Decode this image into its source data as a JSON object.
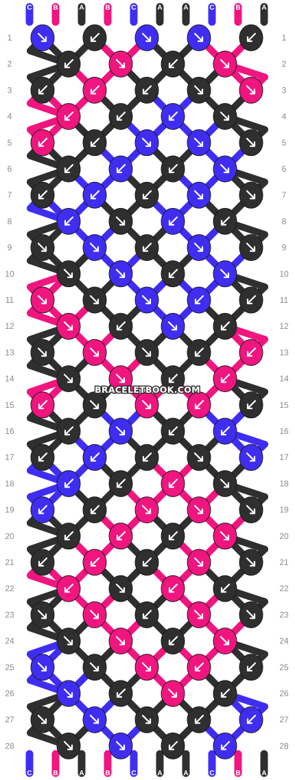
{
  "watermark": "BRACELETBOOK.COM",
  "colors": {
    "A": "#2f2f2f",
    "B": "#f0157f",
    "C": "#3f2ef2"
  },
  "top_strands": [
    "C",
    "B",
    "A",
    "B",
    "C",
    "A",
    "A",
    "C",
    "B",
    "A"
  ],
  "bottom_strands": [
    "C",
    "B",
    "A",
    "B",
    "C",
    "A",
    "A",
    "C",
    "B",
    "A"
  ],
  "row_numbers": [
    "1",
    "2",
    "3",
    "4",
    "5",
    "6",
    "7",
    "8",
    "9",
    "10",
    "11",
    "12",
    "13",
    "14",
    "15",
    "16",
    "17",
    "18",
    "19",
    "20",
    "21",
    "22",
    "23",
    "24",
    "25",
    "26",
    "27",
    "28"
  ],
  "knot_rows": [
    [
      [
        "C",
        "r"
      ],
      [
        "A",
        "l"
      ],
      [
        "C",
        "r"
      ],
      [
        "C",
        "r"
      ],
      [
        "A",
        "l"
      ]
    ],
    [
      [
        "A",
        "l"
      ],
      [
        "B",
        "r"
      ],
      [
        "A",
        "l"
      ],
      [
        "B",
        "r"
      ]
    ],
    [
      [
        "A",
        "l"
      ],
      [
        "B",
        "l"
      ],
      [
        "A",
        "l"
      ],
      [
        "A",
        "r"
      ],
      [
        "B",
        "r"
      ]
    ],
    [
      [
        "B",
        "l"
      ],
      [
        "A",
        "l"
      ],
      [
        "C",
        "l"
      ],
      [
        "A",
        "r"
      ]
    ],
    [
      [
        "B",
        "l"
      ],
      [
        "A",
        "l"
      ],
      [
        "C",
        "r"
      ],
      [
        "C",
        "r"
      ],
      [
        "A",
        "r"
      ]
    ],
    [
      [
        "A",
        "l"
      ],
      [
        "C",
        "l"
      ],
      [
        "A",
        "l"
      ],
      [
        "C",
        "r"
      ]
    ],
    [
      [
        "A",
        "l"
      ],
      [
        "C",
        "l"
      ],
      [
        "A",
        "l"
      ],
      [
        "C",
        "r"
      ],
      [
        "A",
        "r"
      ]
    ],
    [
      [
        "C",
        "l"
      ],
      [
        "A",
        "r"
      ],
      [
        "C",
        "l"
      ],
      [
        "A",
        "l"
      ]
    ],
    [
      [
        "A",
        "r"
      ],
      [
        "C",
        "r"
      ],
      [
        "A",
        "l"
      ],
      [
        "C",
        "r"
      ],
      [
        "A",
        "r"
      ]
    ],
    [
      [
        "A",
        "r"
      ],
      [
        "C",
        "r"
      ],
      [
        "A",
        "l"
      ],
      [
        "C",
        "r"
      ]
    ],
    [
      [
        "B",
        "r"
      ],
      [
        "A",
        "r"
      ],
      [
        "C",
        "r"
      ],
      [
        "C",
        "l"
      ],
      [
        "A",
        "l"
      ]
    ],
    [
      [
        "B",
        "r"
      ],
      [
        "A",
        "l"
      ],
      [
        "C",
        "r"
      ],
      [
        "A",
        "l"
      ]
    ],
    [
      [
        "A",
        "r"
      ],
      [
        "B",
        "r"
      ],
      [
        "A",
        "r"
      ],
      [
        "A",
        "l"
      ],
      [
        "B",
        "l"
      ]
    ],
    [
      [
        "A",
        "r"
      ],
      [
        "B",
        "r"
      ],
      [
        "A",
        "l"
      ],
      [
        "B",
        "l"
      ]
    ],
    [
      [
        "B",
        "l"
      ],
      [
        "A",
        "r"
      ],
      [
        "B",
        "r"
      ],
      [
        "B",
        "l"
      ],
      [
        "A",
        "l"
      ]
    ],
    [
      [
        "A",
        "l"
      ],
      [
        "C",
        "r"
      ],
      [
        "A",
        "l"
      ],
      [
        "C",
        "l"
      ]
    ],
    [
      [
        "A",
        "l"
      ],
      [
        "C",
        "l"
      ],
      [
        "A",
        "l"
      ],
      [
        "A",
        "r"
      ],
      [
        "C",
        "r"
      ]
    ],
    [
      [
        "C",
        "l"
      ],
      [
        "A",
        "l"
      ],
      [
        "B",
        "l"
      ],
      [
        "A",
        "r"
      ]
    ],
    [
      [
        "C",
        "l"
      ],
      [
        "A",
        "l"
      ],
      [
        "B",
        "r"
      ],
      [
        "B",
        "r"
      ],
      [
        "A",
        "r"
      ]
    ],
    [
      [
        "A",
        "l"
      ],
      [
        "B",
        "l"
      ],
      [
        "A",
        "l"
      ],
      [
        "B",
        "r"
      ]
    ],
    [
      [
        "A",
        "l"
      ],
      [
        "B",
        "l"
      ],
      [
        "A",
        "l"
      ],
      [
        "B",
        "r"
      ],
      [
        "A",
        "r"
      ]
    ],
    [
      [
        "B",
        "l"
      ],
      [
        "A",
        "r"
      ],
      [
        "B",
        "l"
      ],
      [
        "A",
        "l"
      ]
    ],
    [
      [
        "A",
        "r"
      ],
      [
        "B",
        "r"
      ],
      [
        "A",
        "l"
      ],
      [
        "B",
        "r"
      ],
      [
        "A",
        "r"
      ]
    ],
    [
      [
        "A",
        "r"
      ],
      [
        "B",
        "r"
      ],
      [
        "A",
        "l"
      ],
      [
        "B",
        "r"
      ]
    ],
    [
      [
        "C",
        "r"
      ],
      [
        "A",
        "r"
      ],
      [
        "B",
        "r"
      ],
      [
        "B",
        "l"
      ],
      [
        "A",
        "l"
      ]
    ],
    [
      [
        "C",
        "r"
      ],
      [
        "A",
        "l"
      ],
      [
        "B",
        "r"
      ],
      [
        "A",
        "l"
      ]
    ],
    [
      [
        "A",
        "r"
      ],
      [
        "C",
        "r"
      ],
      [
        "A",
        "r"
      ],
      [
        "A",
        "l"
      ],
      [
        "C",
        "l"
      ]
    ],
    [
      [
        "A",
        "r"
      ],
      [
        "C",
        "r"
      ],
      [
        "A",
        "l"
      ],
      [
        "C",
        "l"
      ]
    ]
  ]
}
